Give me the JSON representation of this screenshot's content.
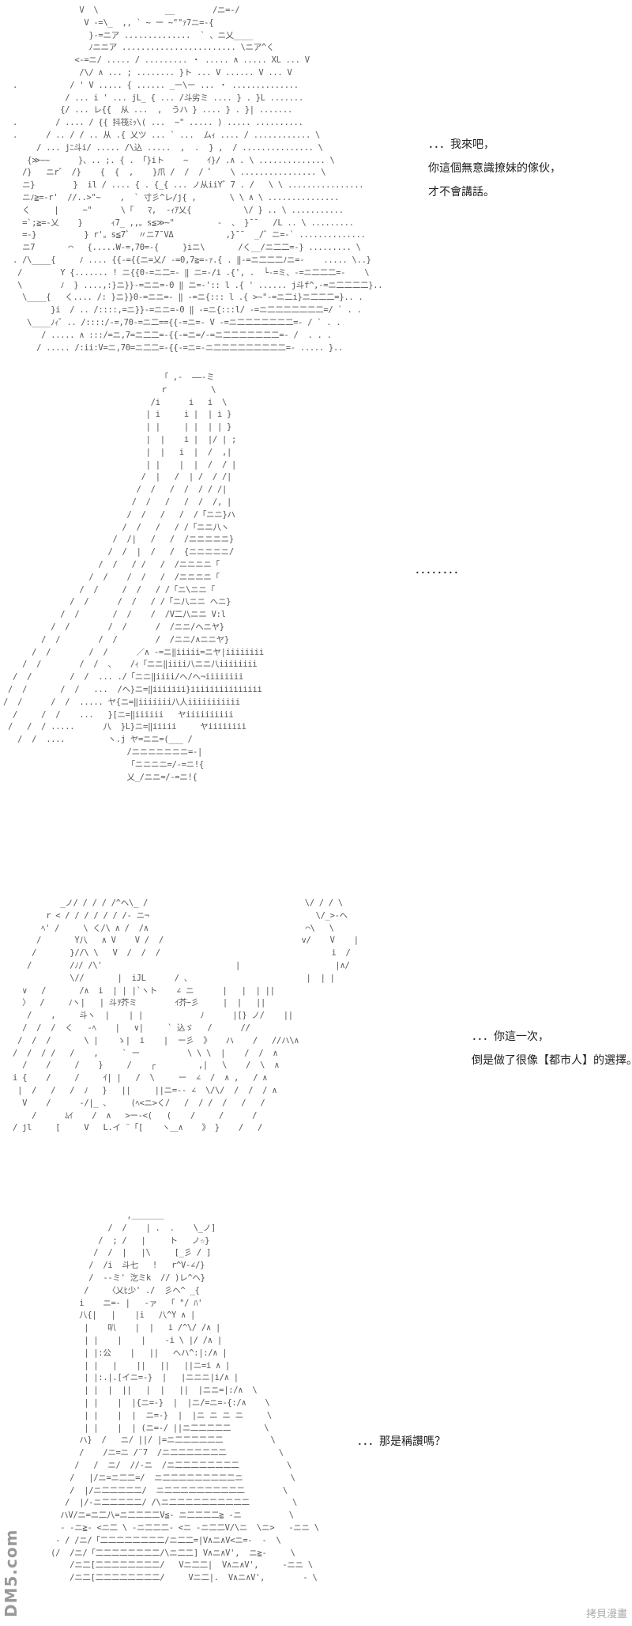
{
  "panels": [
    {
      "art": [
        "                V  \\              __        /ニ=-/",
        "                 V -=\\_  ,, ` ~ ー ~\"\"ｧ7ニ=-{",
        "                  }-=ニア ..............  ` 、ニ乂____",
        "                  ﾉニニア ........................ \\ニア^く",
        "               <-=ニ/ ..... / ......... ・ ..... ∧ ..... XL ... V",
        "                /\\/ ∧ ... ; ........ }ト ... V ...... V ... V",
        "  .           / ' V ..... { ...... _ー\\ー ... ・ ..............",
        "             / ... i ' ... jL_ { ... /斗劣ミ .... } . }L .......",
        "            {/ ... レ{{  从 ...  ,  うハ } .... } . }| .......",
        "  .        / .... / {{ 抖筏ﾐｯ\\( ...  ~\" ..... ) ..... ..........",
        "  .      / .. / / .. 从 .{ 乂ツ ... ` ...  ムｨ .... / ............ \\",
        "       / ... jﾆ斗i/ ..... /\\込 .....  ,  .  } ,  / ............... \\",
        "     {≫~~      }、.. ;. { . 「}iト    ~    ｲ}/ .∧ . \\ .............. \\",
        "    /}   ニr゛ /}    {  {  ,    }爪 /  /  / ゜   \\ ................ \\",
        "    ニ}        }  il / .... { . {_{ ... ノ从iiY゛7 . /   \\ \\ ................",
        "    ニﾉ≧=-r'  //..>\"~    ,  ` 寸彡^レ/j{ ,       \\ \\ ∧ \\ ...............",
        "    く     |     ~\"      \\「   ﾏ,  -ｨｱ乂{           \\/ } .. \\ ...........",
        "    =`;≧=-乂    }      ｨ7_ ,,。s≦≫~\"         -  、 }¯¯   /L .. \\ .........",
        "    =-}          } r'。s≦7゛ 〃ニ7¯VΔ           ,}¯¯  _/゛ニ=-` ..............",
        "    ニ7       ⌒   {.....W-=,70=-{     }iニ\\       /く__/ニ二二=-} ......... \\",
        "  . /\\____{     ﾉ .... {{-={{ニ=乂/ -=0,7≧=-ｧ.{ . ‖-=ニ二二二ﾉニ=-    ..... \\..}",
        "   /        Y {....... ! ニ{{0-=ニ二=- ‖ ニ=-/i .{', .  └-=ミ、-=ニ二二二=-    \\",
        "   \\        ﾉ  } ....,:}ニ}}-=ニニ=-0 ‖ ニ=-':: l .{ ' ...... j斗f^,-=ニ二二二二}..",
        "    \\____{   く.... /: }ニ}}0-=ニニ=- ‖ -=ニ{::: l .{ >~\"-=ニ二i}ニ二二二=}.. .",
        "          }i  / .. /::::,=ニ}}-=ニニ=-0 ‖ -=ニ{:::l/ -=ニ二二二二二二二=/ ` . .",
        "     \\____ﾉｨ゛.. /::::/-=,70-=ニ二=={{-=ニ=- V -=ニ二二二二二二二=- / ` . .",
        "        / ..... ∧ :::/=ニ,7=ニ二二=-{{-=ニ=/-=ニ二二二二二二二=- /  . . .",
        "       / ..... /:ii:V=ニ,70=ニ二二=-{{-=ニ=-ニ二二二二二二二二二=- ..... }.."
      ],
      "dialogue": [
        "．．．我來吧，",
        "你這個無意識撩妹的傢伙，",
        "才不會講話。"
      ]
    },
    {
      "art": [
        "                                 「 ,-  ――‐ミ",
        "                                 ｒ         \\",
        "                               /i      i   i  \\",
        "                              | i     i |  | i }",
        "                              | |     | |  | | }",
        "                              |  |    i |  |/ | ;",
        "                              |  |   i  |  /  ,|",
        "                              | |    |  |  /  / |",
        "                             /  |   /  | /  / /|",
        "                            /  /   /  /  / / /|",
        "                           /  /   /   /  /  /, |",
        "                          /  /   /   /  /「ニニ}ハ",
        "                         /  /   /   / /「ニニ八ヽ",
        "                       /  /|   /   /  /ニニニニニ}",
        "                      /  /  |  /   /  {ニニニニニ/",
        "                    /  /   / /   /  /ニニニニ「",
        "                  /  /    /  /   /  /ニニニニ「",
        "                /  /     /  /   / /「ニ\\ニニ「",
        "              /  /      /  /   / /「ニ八ニニ へニ}",
        "            /  /       /  /    /  /V二八ニニ V:l",
        "          /  /        /  /      /  /ニニ/へニヤ}",
        "        /  /        /  /        /  /ニニ/∧ニニヤ}",
        "      /  /        /  /      ／∧ -=ニ‖iiiii=ニヤ|iiiiiiii",
        "    /  /        /  /  、   /ｨ「ニニ‖iiii八ニニ八iiiiiiii",
        "  /  /        /  /  ... ./「ニニ‖iiii/へ/へ¬iiiiiiii",
        " /  /       /  /   ...  /ヘ}ニ=‖iiiiiii}iiiiiiiiiiiiiii",
        "/  /      /  /  ..... ヤ{ニ=‖iiiiiii八人iiiiiiiiiii",
        "  /     /  /    ...   }[ニ=‖iiiiii   ヤiiiiiiiiii",
        " /   /  / .....      八  }L}ニ=‖iiiii     ヤiiiiiiii",
        "   /  /  ....         ヽ.j ヤ=ニニ=(___ /",
        "                          /ニニニニニニニ=-|",
        "                          「ニニニニ=/-=ニ!{",
        "                          乂_/ニニ=/-=ニ!{"
      ],
      "dialogue": [
        "．．．．．．．．"
      ]
    },
    {
      "art": [
        "            _ノ/ / / / /^ヘ\\_ /                                 \\/ / / \\",
        "         r < / / / / / / /- ニ¬                                   \\/_>-ヘ",
        "        ﾍ' /     \\ く/\\ ∧ /  /∧                                 ⌒\\   \\",
        "       /       Y八   ∧ V    V /  /                             v/    V    |",
        "      /       }//\\ \\   V  /  /  /                                    i  /",
        "     /        /ﾉ/ /\\'                            |                    |∧/",
        "              \\//       |  iJL      / 、                        |  | |",
        "    ∨   /       /∧  i  | | |`ヽト    ∠ ニ      |   |  | ||",
        "    〉  /     ﾉヽ|   | 斗ｦ芥ミ        ｲ芥ｰ彡     |  |   ||",
        "     /    ,     斗ヽ  |    | |            ﾉ      |[} ノ/    ||",
        "    /  /  /  く   -ﾍ    |   ∨|     ` 込ゞ   /      //",
        "   /  /  /       \\ |    ゝ|  i    |  ー彡  》   ハ    /   //ハ\\∧",
        "  /  /  / /   /    ,     ` ー          \\ \\ \\  |    /  /  ∧",
        "    /    /     /    }     /    ┌         ,|   \\    /  \\  ∧",
        "  i {    /     /     ｲ| |   /  \\     ー  ∠  /  ∧ ,   / ∧",
        "   |  /   /   /  ﾉ   }   ||     ||ニ=-- ∠  \\/\\/  /  /  / ∧",
        "    V    /      -/|_ ､     (ﾍ<ニ>く/   /  / /  /   /   /",
        "      /      ﾑｲ    /  ∧   >ー-<(   (    /     /      /",
        "  / jl     [     V   L.イ ¨「[    ヽ＿∧    》 }    /   /"
      ],
      "dialogue": [
        "．．．你這一次，",
        "倒是做了很像【都市人】的選擇。"
      ]
    },
    {
      "art": [
        "                    ,＿＿＿＿",
        "                /  /    | .  .    \\_ノ]",
        "              /  ; /   |     ト   ノ☆}",
        "             /  /  |   |\\     [_彡 / ]",
        "            /  /i  斗七   !   r^V-∠/}",
        "            /  --ミ' 汔ミk  // )レ^ヘ}",
        "           /    〈乂ﾋ少' ./  彡ヘ^ _{",
        "          i    ニ=- |   ‐ァ  「 \"/ ﾊ'",
        "          八{|   |    |i   八^Y ∧ |",
        "           |    叭    |  |   i /^\\/ /∧ |",
        "           | |    |    |    -i \\ |/ /∧ |",
        "           | |:公    |   ||   へハ^:|:/∧ |",
        "           | |   |    ||   ||   ||ニ=i ∧ |",
        "           | |:.|.[イニ=-}  |   |ニニニ|i/∧ |",
        "           | |  |  ||   |  |   ||  |ニニ=|:/∧  \\",
        "           | |    |  |{ニ=-}  |  |ニ/=ニ=-{:/∧    \\",
        "           | |    |  |  ニ=-}  |  |ニ ニ ニ ニ     \\",
        "           | |    |  | (ニ=-/ ||ニ二二二二二       \\",
        "          ハ}  /   ニ/ ||/ |=ニ二二二二二二          \\",
        "          /    /ニ=ニ /¨7  /ニ二二二二二二二           \\",
        "         /   /  ニ/  //-ニ  /ニ二二二二二二二二          \\",
        "        /   |/ニ=ニ二二=/  ニ二二二二二二二二二ニ          \\",
        "        /  |/ニ二二二二二/  ニ二二二二二二二二二二        \\",
        "       /  |/-ニ二二二二二/ /\\ニ二二二二二二二二二二         \\",
        "      ハV/ニ=ニ二八=ニ二二二二V≦- ニ二二二二≧ -ニ          \\",
        "      - ‐ニ≧- <ニ二 \\ -ニ二二二- <ニ -ニ二二V/\\ニ  \\ニ>   -ニニ \\",
        "     - / /ニ/「二二二二二二二二/ニ二二=|V∧ニ∧V<ニ=-  -  \\",
        "    (/  /ニ/「二二二二二二二二/\\ニ二二] V∧ニ∧V',  ニ≧-     \\",
        "        /ニ二[二二二二二二二二/   Vニ二二|  V∧ニ∧V',     -ニニ \\",
        "        /ニ二[二二二二二二二二/     Vニ二|.  V∧ニ∧V',        - \\"
      ],
      "dialogue": [
        "．．．那是稱讚嗎？"
      ]
    }
  ],
  "watermarks": {
    "left": "DM5.com",
    "right": "拷貝漫畫"
  }
}
